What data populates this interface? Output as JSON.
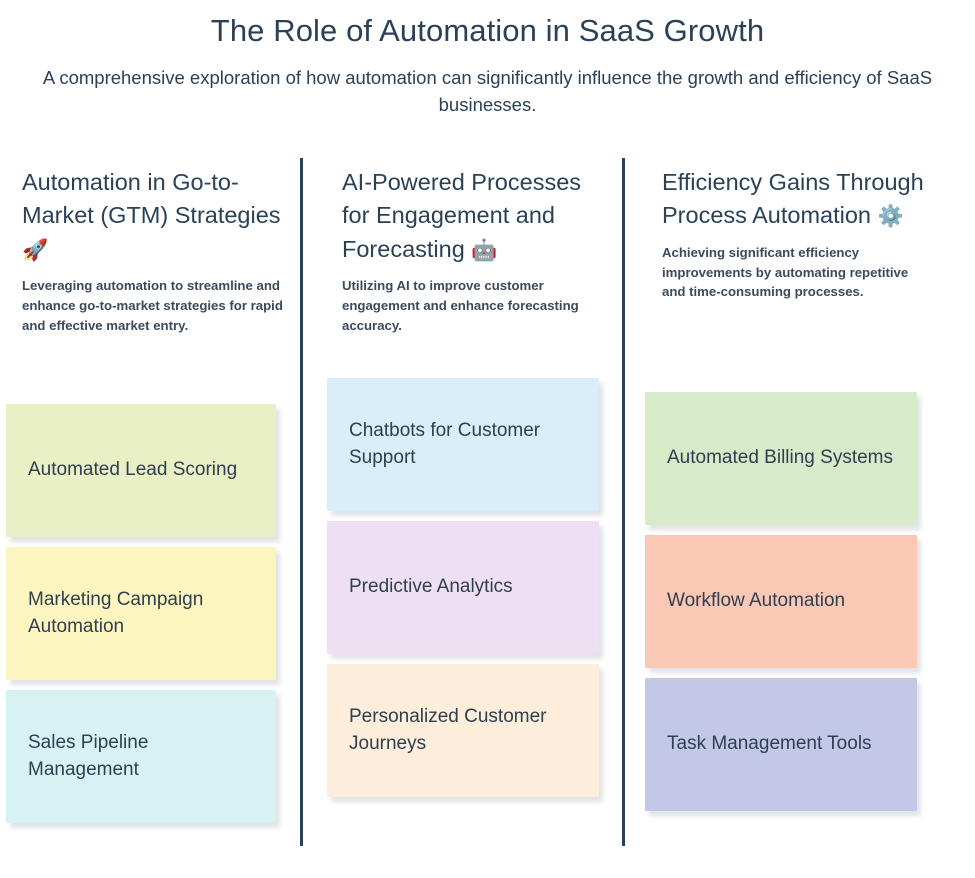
{
  "header": {
    "title": "The Role of Automation in SaaS Growth",
    "subtitle": "A comprehensive exploration of how automation can significantly influence the growth and efficiency of SaaS businesses."
  },
  "theme": {
    "text_color": "#2b4158",
    "divider_color": "#2b4158",
    "background": "#ffffff"
  },
  "columns": [
    {
      "heading": "Automation in Go-to-Market (GTM) Strategies",
      "emoji": "🚀",
      "emoji_name": "rocket-icon",
      "description": "Leveraging automation to streamline and enhance go-to-market strategies for rapid and effective market entry.",
      "cards": [
        {
          "label": "Automated Lead Scoring",
          "color": "#eaf0c5"
        },
        {
          "label": "Marketing Campaign Automation",
          "color": "#fdf5c0"
        },
        {
          "label": "Sales Pipeline Management",
          "color": "#d6f2f3"
        }
      ]
    },
    {
      "heading": "AI-Powered Processes for Engagement and Forecasting",
      "emoji": "🤖",
      "emoji_name": "robot-icon",
      "description": "Utilizing AI to improve customer engagement and enhance forecasting accuracy.",
      "cards": [
        {
          "label": "Chatbots for Customer Support",
          "color": "#d9edfa"
        },
        {
          "label": "Predictive Analytics",
          "color": "#eee0f2"
        },
        {
          "label": "Personalized Customer Journeys",
          "color": "#fceedb"
        }
      ]
    },
    {
      "heading": "Efficiency Gains Through Process Automation",
      "emoji": "⚙️",
      "emoji_name": "gear-icon",
      "description": "Achieving significant efficiency improvements by automating repetitive and time-consuming processes.",
      "cards": [
        {
          "label": "Automated Billing Systems",
          "color": "#d8ebc9"
        },
        {
          "label": "Workflow Automation",
          "color": "#fac8b4"
        },
        {
          "label": "Task Management Tools",
          "color": "#c3c7e8"
        }
      ]
    }
  ]
}
